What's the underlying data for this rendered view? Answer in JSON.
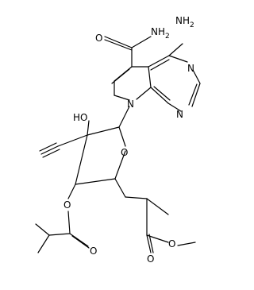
{
  "atoms": {
    "amide_n": "NH",
    "amide_n_sub": "2",
    "amide_o": "O",
    "amine_n": "NH",
    "amine_n_sub": "2",
    "pyrimidine_n_top": "N",
    "pyrimidine_n_bottom": "N",
    "pyrrole_n": "N",
    "hydroxyl": "HO",
    "ring_o": "O",
    "ester_o_ring": "O",
    "ester_carbonyl_o_left": "O",
    "ester_carbonyl_o_right": "O",
    "ester_o_methyl": "O"
  },
  "colors": {
    "bond": "#000000",
    "text": "#000000",
    "background": "#ffffff"
  }
}
